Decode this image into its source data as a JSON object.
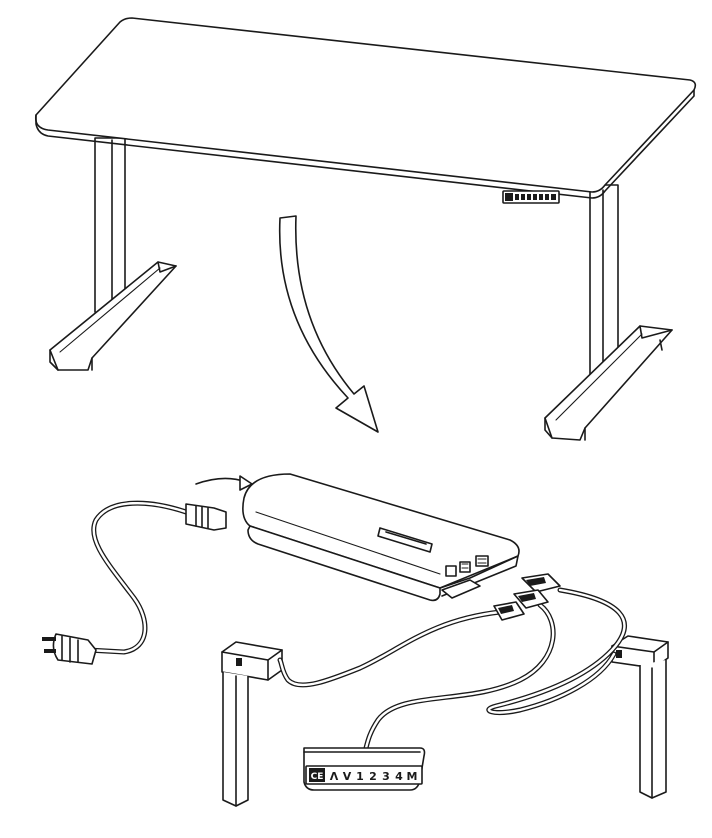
{
  "keypad": {
    "logo": "CE",
    "buttons": [
      "Λ",
      "V",
      "1",
      "2",
      "3",
      "4",
      "M"
    ]
  }
}
